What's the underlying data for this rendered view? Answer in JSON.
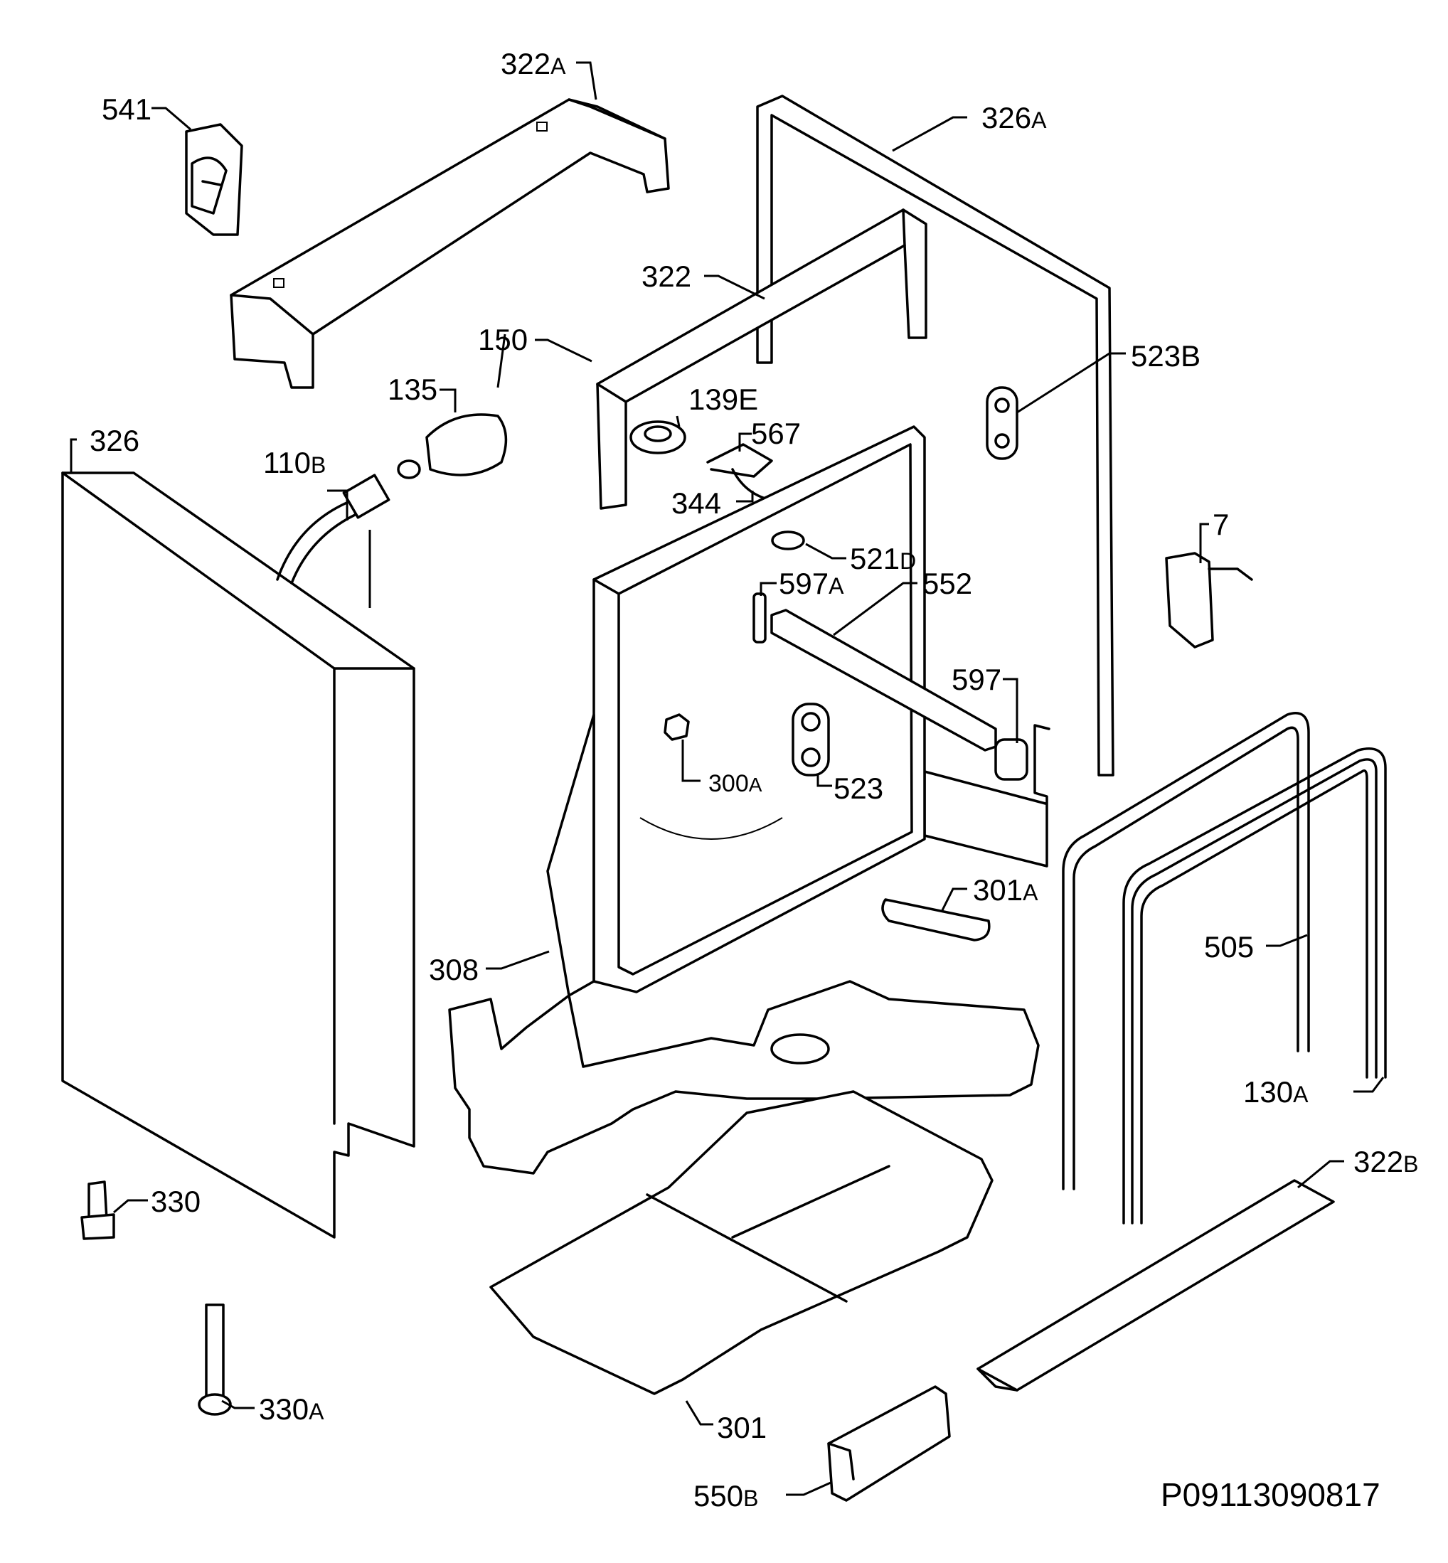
{
  "reference_code": "P09113090817",
  "labels": {
    "l541": {
      "num": "541",
      "sfx": ""
    },
    "l322A": {
      "num": "322",
      "sfx": "A"
    },
    "l326A": {
      "num": "326",
      "sfx": "A"
    },
    "l322": {
      "num": "322",
      "sfx": ""
    },
    "l150": {
      "num": "150",
      "sfx": ""
    },
    "l135": {
      "num": "135",
      "sfx": ""
    },
    "l139E": {
      "num": "139E",
      "sfx": ""
    },
    "l567": {
      "num": "567",
      "sfx": ""
    },
    "l523B": {
      "num": "523B",
      "sfx": ""
    },
    "l326": {
      "num": "326",
      "sfx": ""
    },
    "l110B": {
      "num": "110",
      "sfx": "B"
    },
    "l344": {
      "num": "344",
      "sfx": ""
    },
    "l7": {
      "num": "7",
      "sfx": ""
    },
    "l521D": {
      "num": "521",
      "sfx": "D"
    },
    "l597A": {
      "num": "597",
      "sfx": "A"
    },
    "l552": {
      "num": "552",
      "sfx": ""
    },
    "l597": {
      "num": "597",
      "sfx": ""
    },
    "l300A": {
      "num": "300",
      "sfx": "A"
    },
    "l523": {
      "num": "523",
      "sfx": ""
    },
    "l301A": {
      "num": "301",
      "sfx": "A"
    },
    "l505": {
      "num": "505",
      "sfx": ""
    },
    "l308": {
      "num": "308",
      "sfx": ""
    },
    "l130A": {
      "num": "130",
      "sfx": "A"
    },
    "l322B": {
      "num": "322",
      "sfx": "B"
    },
    "l330": {
      "num": "330",
      "sfx": ""
    },
    "l330A": {
      "num": "330",
      "sfx": "A"
    },
    "l301": {
      "num": "301",
      "sfx": ""
    },
    "l550B": {
      "num": "550",
      "sfx": "B"
    }
  }
}
